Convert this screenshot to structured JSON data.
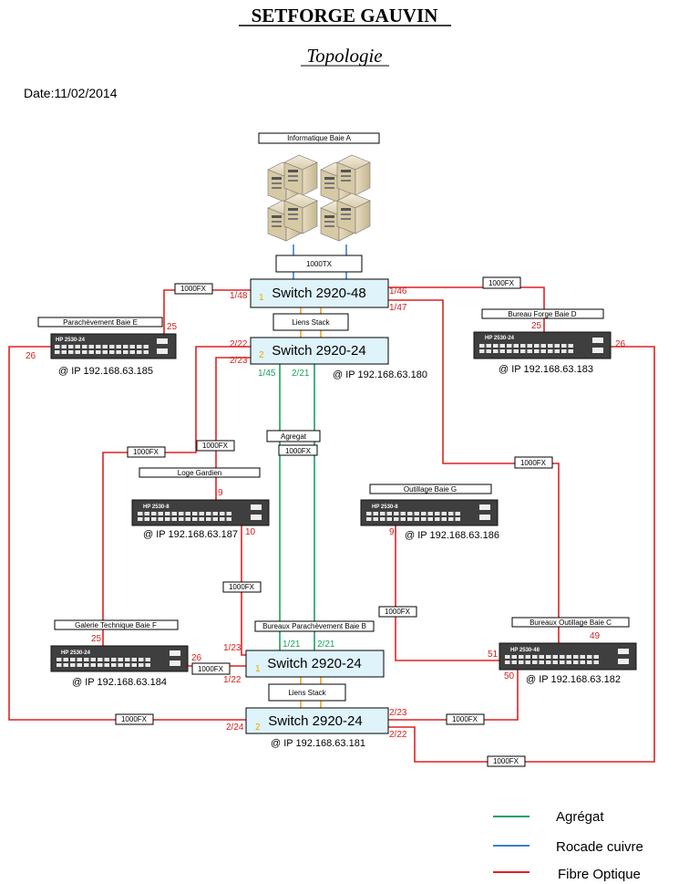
{
  "header": {
    "title": "SETFORGE GAUVIN",
    "subtitle": "Topologie",
    "date": "Date:11/02/2014"
  },
  "servers": {
    "label": "Informatique Baie A",
    "link_label": "1000TX"
  },
  "core": {
    "sw1": {
      "name": "Switch 2920-48",
      "stack": "1"
    },
    "sw2": {
      "name": "Switch 2920-24",
      "stack": "2",
      "ip": "@ IP 192.168.63.180"
    },
    "stack_label": "Liens Stack"
  },
  "bureaux": {
    "sw1": {
      "name": "Switch 2920-24",
      "stack": "1"
    },
    "sw2": {
      "name": "Switch 2920-24",
      "stack": "2",
      "ip": "@ IP 192.168.63.181"
    },
    "stack_label": "Liens Stack",
    "label": "Bureaux Parachèvement Baie B"
  },
  "agregat": {
    "label": "Agregat",
    "link_label": "1000FX"
  },
  "sites": {
    "e": {
      "label": "Parachèvement Baie E",
      "model": "HP 2530-24",
      "ip": "@ IP 192.168.63.185"
    },
    "d": {
      "label": "Bureau Forge Baie D",
      "model": "HP 2530-24",
      "ip": "@ IP 192.168.63.183"
    },
    "loge": {
      "label": "Loge Gardien",
      "model": "HP 2530-8",
      "ip": "@ IP 192.168.63.187"
    },
    "g": {
      "label": "Outillage Baie G",
      "model": "HP 2530-8",
      "ip": "@ IP 192.168.63.186"
    },
    "f": {
      "label": "Galerie Technique Baie F",
      "model": "HP 2530-24",
      "ip": "@ IP 192.168.63.184"
    },
    "c": {
      "label": "Bureaux Outillage Baie C",
      "model": "HP 2530-48",
      "ip": "@ IP 192.168.63.182"
    }
  },
  "ports": {
    "p148": "1/48",
    "p146": "1/46",
    "p147": "1/47",
    "p222a": "2/22",
    "p223a": "2/23",
    "p145": "1/45",
    "p221a": "2/21",
    "e25": "25",
    "e26": "26",
    "d25": "25",
    "d26": "26",
    "loge9": "9",
    "loge10": "10",
    "g9": "9",
    "c49": "49",
    "c51": "51",
    "c50": "50",
    "f25": "25",
    "f26": "26",
    "p121": "1/21",
    "p221b": "2/21",
    "p123": "1/23",
    "p122": "1/22",
    "p224": "2/24",
    "p223b": "2/23",
    "p222b": "2/22"
  },
  "fx_label": "1000FX",
  "legend": [
    {
      "label": "Agrégat",
      "color": "#1aa060"
    },
    {
      "label": "Rocade cuivre",
      "color": "#3b7fd0"
    },
    {
      "label": "Fibre Optique",
      "color": "#dd2222"
    }
  ]
}
